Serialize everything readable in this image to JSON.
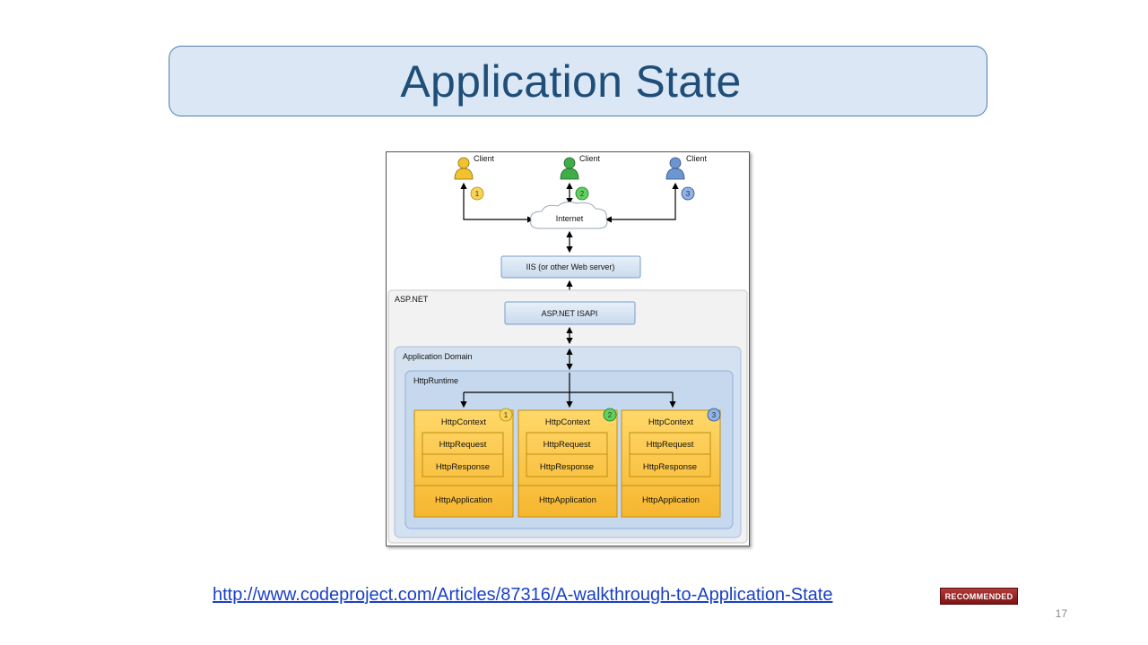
{
  "slide": {
    "title": "Application State",
    "link_text": "http://www.codeproject.com/Articles/87316/A-walkthrough-to-Application-State",
    "badge_text": "RECOMMENDED",
    "page_number": "17"
  },
  "diagram": {
    "clients": [
      {
        "label": "Client",
        "number": "1",
        "color": "#f2c230"
      },
      {
        "label": "Client",
        "number": "2",
        "color": "#3fae49"
      },
      {
        "label": "Client",
        "number": "3",
        "color": "#5b86c4"
      }
    ],
    "internet_label": "Internet",
    "iis_label": "IIS (or other Web server)",
    "aspnet_label": "ASP.NET",
    "isapi_label": "ASP.NET ISAPI",
    "app_domain_label": "Application Domain",
    "http_runtime_label": "HttpRuntime",
    "contexts": [
      {
        "number": "1",
        "context": "HttpContext",
        "request": "HttpRequest",
        "response": "HttpResponse",
        "application": "HttpApplication"
      },
      {
        "number": "2",
        "context": "HttpContext",
        "request": "HttpRequest",
        "response": "HttpResponse",
        "application": "HttpApplication"
      },
      {
        "number": "3",
        "context": "HttpContext",
        "request": "HttpRequest",
        "response": "HttpResponse",
        "application": "HttpApplication"
      }
    ]
  }
}
